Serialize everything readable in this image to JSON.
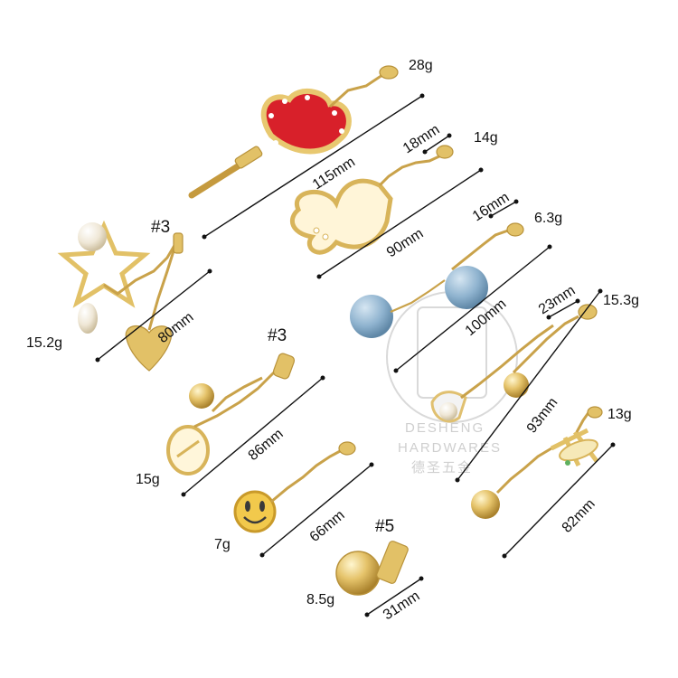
{
  "watermark": {
    "brand_line_1": "DESHENG",
    "brand_line_2": "HARDWARES",
    "brand_line_3": "德圣五金"
  },
  "items": [
    {
      "id": "heart-key",
      "weight": "28g",
      "length": "115mm",
      "clasp": "18mm"
    },
    {
      "id": "cat",
      "weight": "14g",
      "length": "90mm"
    },
    {
      "id": "blue-balls",
      "weight": "6.3g",
      "length": "100mm",
      "clasp": "16mm"
    },
    {
      "id": "star-pearl",
      "weight": "15.2g",
      "length": "80mm",
      "variant": "#3"
    },
    {
      "id": "leaf-ball",
      "weight": "15g",
      "length": "86mm",
      "variant": "#3"
    },
    {
      "id": "pearl-hand",
      "weight": "15.3g",
      "length": "93mm",
      "clasp": "23mm"
    },
    {
      "id": "dragonfly",
      "weight": "13g",
      "length": "82mm"
    },
    {
      "id": "smiley",
      "weight": "7g",
      "length": "66mm"
    },
    {
      "id": "puller",
      "weight": "8.5g",
      "length": "31mm",
      "variant": "#5"
    }
  ],
  "colors": {
    "gold": "#e2c167",
    "red_enamel": "#d8202a",
    "blue_ball": "#8fb3cf",
    "pearl": "#f4efe4"
  }
}
